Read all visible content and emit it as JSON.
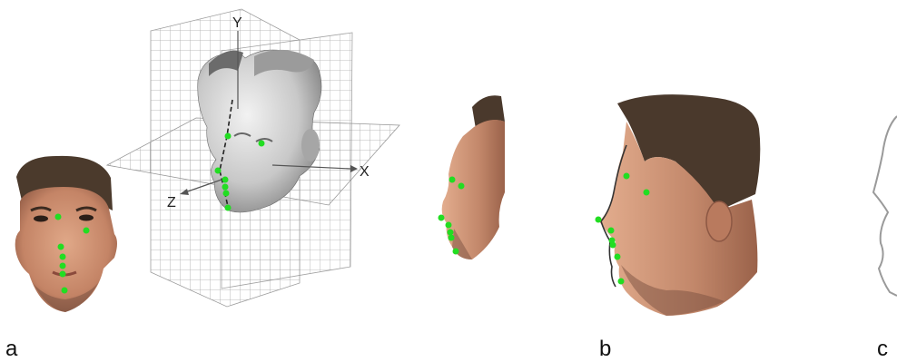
{
  "panels": [
    {
      "label": "a"
    },
    {
      "label": "b"
    },
    {
      "label": "c"
    }
  ],
  "axes": {
    "x": "X",
    "y": "Y",
    "z": "Z"
  },
  "colors": {
    "landmark": "#22dd22",
    "grid": "#9a9a9a",
    "mesh": "#c9c9c9",
    "hair": "#4a3a2e",
    "skin": "#c98b6e",
    "profile_line": "#999999"
  }
}
